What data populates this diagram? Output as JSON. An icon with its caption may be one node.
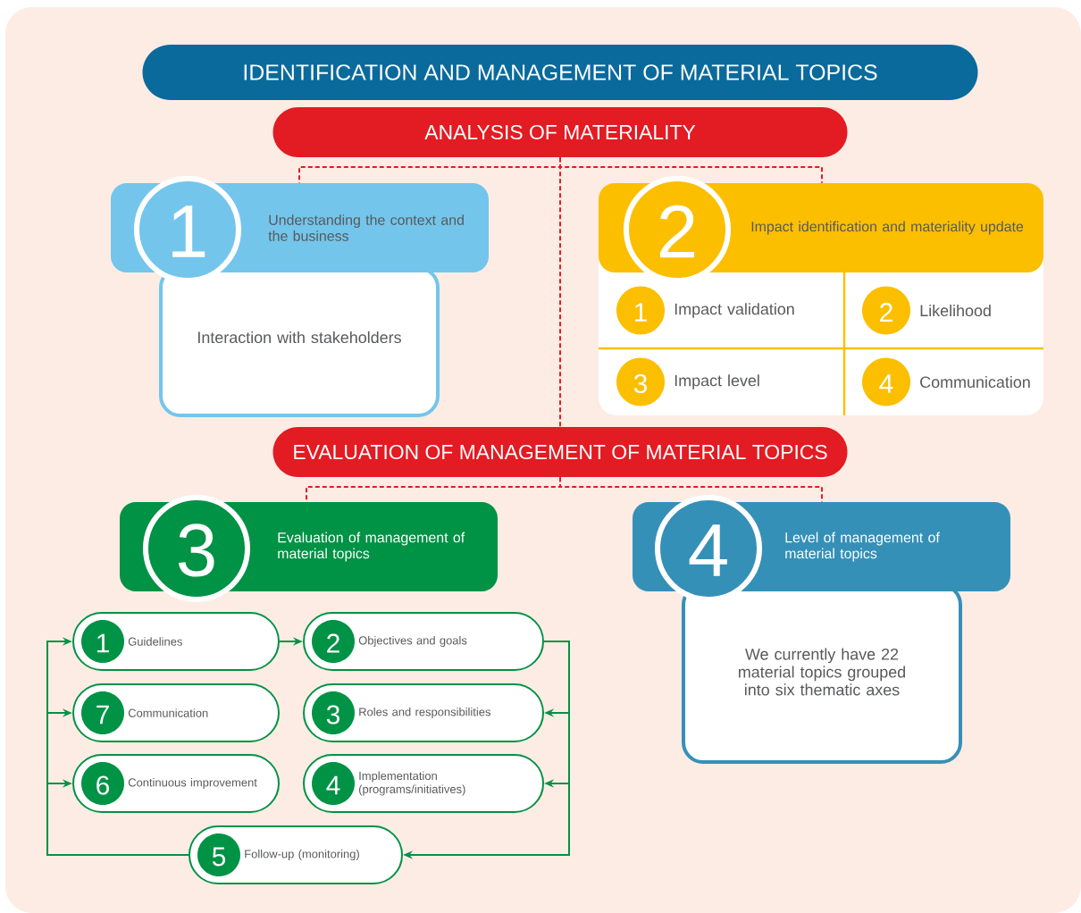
{
  "diagram": {
    "title": "IDENTIFICATION AND MANAGEMENT OF MATERIAL TOPICS",
    "nodes": [
      {
        "text": [
          "ANALYSIS OF MATERIALITY"
        ]
      },
      {
        "text": [
          "1",
          "Understanding the context and the business"
        ]
      },
      {
        "text": [
          "Interaction with stakeholders"
        ]
      },
      {
        "text": [
          "2",
          "Impact identification and materiality update"
        ]
      },
      {
        "text": [
          "1",
          "Impact validation"
        ],
        "in": 3
      },
      {
        "text": [
          "2",
          "Likelihood"
        ],
        "in": 3
      },
      {
        "text": [
          "3",
          "Impact level"
        ],
        "in": 3
      },
      {
        "text": [
          "4",
          "Communication"
        ],
        "in": 3
      },
      {
        "text": [
          "EVALUATION OF MANAGEMENT OF MATERIAL TOPICS"
        ]
      },
      {
        "text": [
          "3",
          "Evaluation of management of material topics"
        ]
      },
      {
        "text": [
          "4",
          "Level of management of material topics"
        ]
      },
      {
        "text": [
          "We currently have 22 material topics grouped into six thematic axes"
        ]
      },
      {
        "text": [
          "1",
          "Guidelines"
        ]
      },
      {
        "text": [
          "2",
          "Objectives and goals"
        ]
      },
      {
        "text": [
          "7",
          "Communication"
        ]
      },
      {
        "text": [
          "3",
          "Roles and responsibilities"
        ]
      },
      {
        "text": [
          "6",
          "Continuous improvement"
        ]
      },
      {
        "text": [
          "4",
          "Implementation (programs/initiatives)"
        ]
      },
      {
        "text": [
          "5",
          "Follow-up (monitoring)"
        ]
      }
    ],
    "edges": [
      {
        "from": 0,
        "to": 1,
        "arrow": "none",
        "style": "dashed",
        "color": "#e31b23"
      },
      {
        "from": 0,
        "to": 3,
        "arrow": "none",
        "style": "dashed",
        "color": "#e31b23"
      },
      {
        "from": 0,
        "to": 8,
        "arrow": "none",
        "style": "dashed",
        "color": "#e31b23"
      },
      {
        "from": 8,
        "to": 9,
        "arrow": "none",
        "style": "dashed",
        "color": "#e31b23"
      },
      {
        "from": 8,
        "to": 10,
        "arrow": "none",
        "style": "dashed",
        "color": "#e31b23"
      },
      {
        "from": 12,
        "to": 13,
        "arrow": "to",
        "color": "#009245"
      },
      {
        "from": 13,
        "to": 15,
        "arrow": "to",
        "color": "#009245"
      },
      {
        "from": 13,
        "to": 17,
        "arrow": "to",
        "color": "#009245"
      },
      {
        "from": 13,
        "to": 18,
        "arrow": "to",
        "color": "#009245"
      },
      {
        "from": 18,
        "to": 12,
        "arrow": "to",
        "color": "#009245"
      },
      {
        "from": 18,
        "to": 14,
        "arrow": "to",
        "color": "#009245"
      },
      {
        "from": 18,
        "to": 16,
        "arrow": "to",
        "color": "#009245"
      }
    ]
  }
}
